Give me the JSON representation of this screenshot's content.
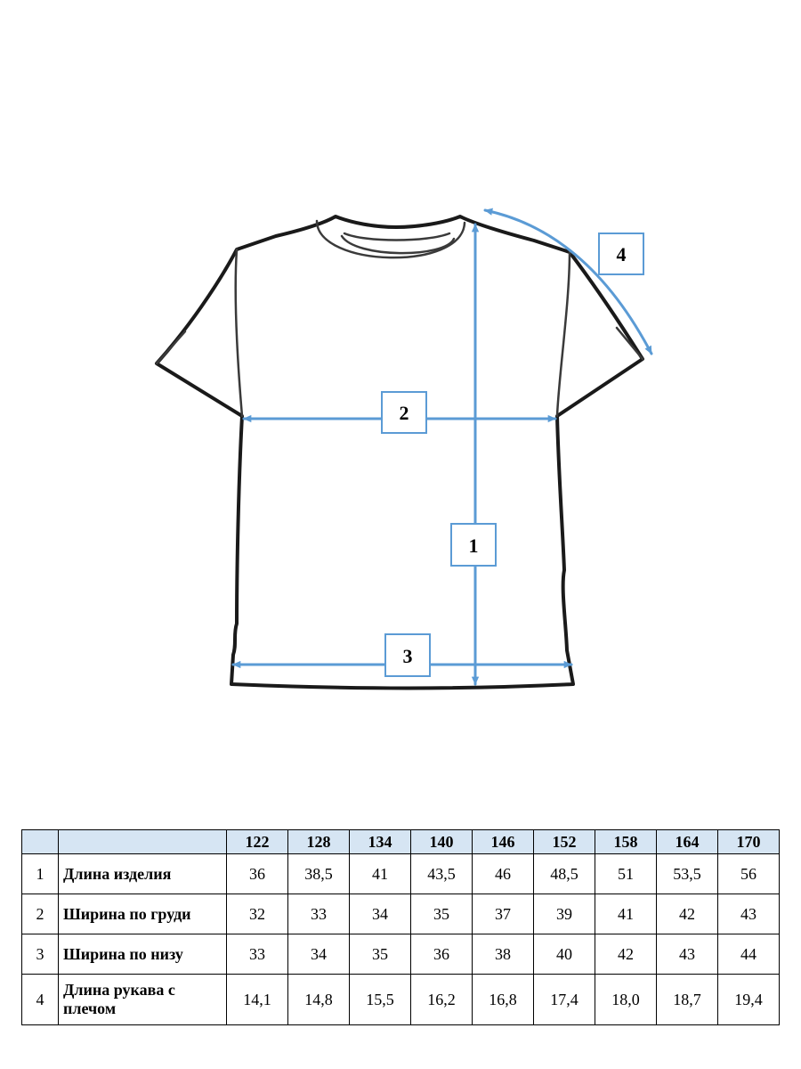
{
  "markers": {
    "length": "1",
    "chest_width": "2",
    "hem_width": "3",
    "sleeve_length": "4"
  },
  "colors": {
    "arrow": "#5b9bd5",
    "header_bg": "#d6e5f3",
    "outline": "#1a1a1a"
  },
  "table": {
    "sizes": [
      "122",
      "128",
      "134",
      "140",
      "146",
      "152",
      "158",
      "164",
      "170"
    ],
    "rows": [
      {
        "num": "1",
        "name": "Длина изделия",
        "values": [
          "36",
          "38,5",
          "41",
          "43,5",
          "46",
          "48,5",
          "51",
          "53,5",
          "56"
        ]
      },
      {
        "num": "2",
        "name": "Ширина по груди",
        "values": [
          "32",
          "33",
          "34",
          "35",
          "37",
          "39",
          "41",
          "42",
          "43"
        ]
      },
      {
        "num": "3",
        "name": "Ширина по низу",
        "values": [
          "33",
          "34",
          "35",
          "36",
          "38",
          "40",
          "42",
          "43",
          "44"
        ]
      },
      {
        "num": "4",
        "name": "Длина рукава с плечом",
        "values": [
          "14,1",
          "14,8",
          "15,5",
          "16,2",
          "16,8",
          "17,4",
          "18,0",
          "18,7",
          "19,4"
        ]
      }
    ]
  }
}
